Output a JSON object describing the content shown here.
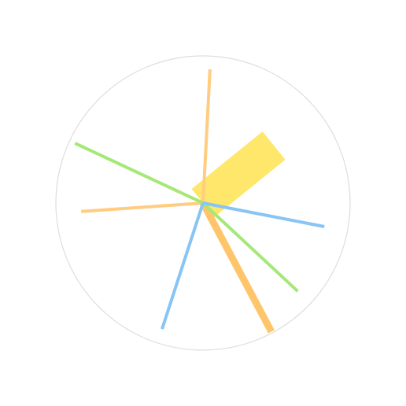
{
  "colors": {
    "background": "#ffffff",
    "circle_outline": "#dddddd",
    "yellow": "#ffe76b",
    "light_orange": "#ffcc80",
    "orange": "#ffc56b",
    "green": "#a6e878",
    "blue": "#88c4f4"
  },
  "hands": [
    {
      "name": "yellow-wide-hand",
      "color_key": "yellow",
      "angle_deg": 51,
      "length_ratio": 0.62,
      "width_weight": "extra-heavy"
    },
    {
      "name": "orange-upper-hand",
      "color_key": "light_orange",
      "angle_deg": 3,
      "length_ratio": 0.91,
      "width_weight": "thin"
    },
    {
      "name": "orange-left-hand",
      "color_key": "light_orange",
      "angle_deg": 266,
      "length_ratio": 0.83,
      "width_weight": "thin"
    },
    {
      "name": "orange-lower-hand",
      "color_key": "orange",
      "angle_deg": 152,
      "length_ratio": 0.99,
      "width_weight": "medium"
    },
    {
      "name": "green-left-hand",
      "color_key": "green",
      "angle_deg": 295,
      "length_ratio": 0.96,
      "width_weight": "thin"
    },
    {
      "name": "green-right-hand",
      "color_key": "green",
      "angle_deg": 133,
      "length_ratio": 0.88,
      "width_weight": "thin"
    },
    {
      "name": "blue-right-hand",
      "color_key": "blue",
      "angle_deg": 101,
      "length_ratio": 0.84,
      "width_weight": "thin"
    },
    {
      "name": "blue-lower-hand",
      "color_key": "blue",
      "angle_deg": 198,
      "length_ratio": 0.9,
      "width_weight": "thin"
    }
  ]
}
